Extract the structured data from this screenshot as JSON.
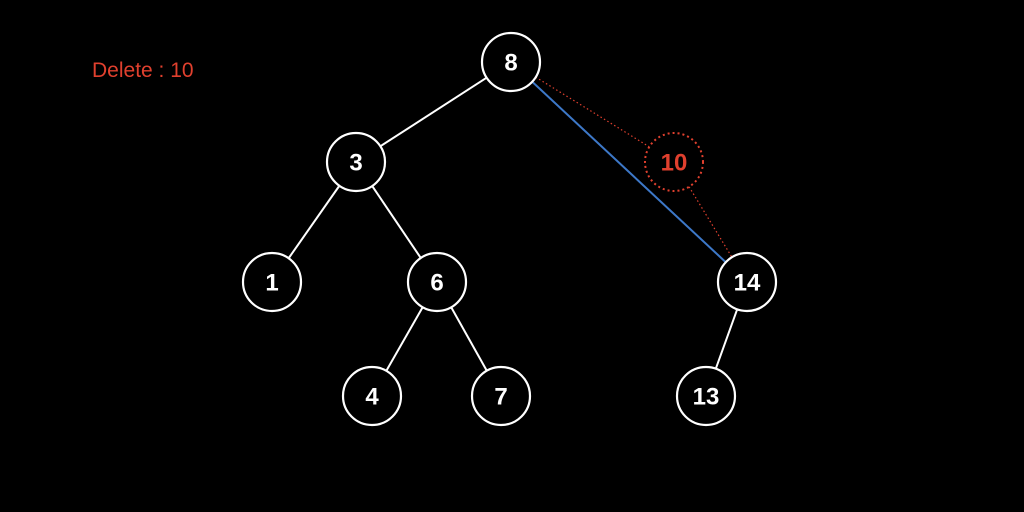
{
  "caption": {
    "text": "Delete : 10"
  },
  "colors": {
    "background": "#000000",
    "node_stroke": "#ffffff",
    "node_text": "#ffffff",
    "edge": "#ffffff",
    "deleted": "#e0402e",
    "replacement_edge": "#3d78c8"
  },
  "tree": {
    "nodes": [
      {
        "id": "n8",
        "label": "8",
        "status": "normal"
      },
      {
        "id": "n3",
        "label": "3",
        "status": "normal"
      },
      {
        "id": "n10",
        "label": "10",
        "status": "deleted"
      },
      {
        "id": "n1",
        "label": "1",
        "status": "normal"
      },
      {
        "id": "n6",
        "label": "6",
        "status": "normal"
      },
      {
        "id": "n14",
        "label": "14",
        "status": "normal"
      },
      {
        "id": "n4",
        "label": "4",
        "status": "normal"
      },
      {
        "id": "n7",
        "label": "7",
        "status": "normal"
      },
      {
        "id": "n13",
        "label": "13",
        "status": "normal"
      }
    ],
    "edges": [
      {
        "from": "n8",
        "to": "n3",
        "style": "solid"
      },
      {
        "from": "n3",
        "to": "n1",
        "style": "solid"
      },
      {
        "from": "n3",
        "to": "n6",
        "style": "solid"
      },
      {
        "from": "n6",
        "to": "n4",
        "style": "solid"
      },
      {
        "from": "n6",
        "to": "n7",
        "style": "solid"
      },
      {
        "from": "n14",
        "to": "n13",
        "style": "solid"
      },
      {
        "from": "n8",
        "to": "n14",
        "style": "replacement"
      },
      {
        "from": "n8",
        "to": "n10",
        "style": "removed"
      },
      {
        "from": "n10",
        "to": "n14",
        "style": "removed"
      }
    ]
  }
}
